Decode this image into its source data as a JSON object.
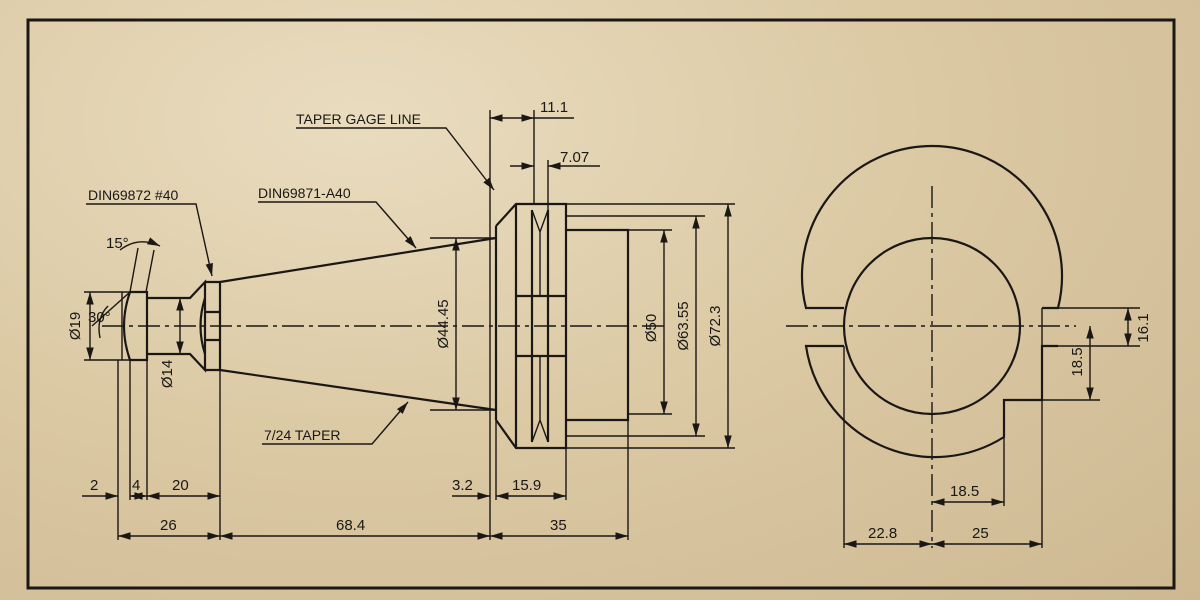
{
  "notes": {
    "din69872": "DIN69872 #40",
    "din69871": "DIN69871-A40",
    "taper_gage_line": "TAPER GAGE LINE",
    "taper": "7/24 TAPER"
  },
  "angles": {
    "a15": "15°",
    "a30": "30°"
  },
  "dims": {
    "d19": "Ø19",
    "d14": "Ø14",
    "d4445": "Ø44.45",
    "d50": "Ø50",
    "d6355": "Ø63.55",
    "d723": "Ø72.3",
    "l2": "2",
    "l4": "4",
    "l20": "20",
    "l26": "26",
    "l684": "68.4",
    "l32": "3.2",
    "l159": "15.9",
    "l35": "35",
    "l111": "11.1",
    "l707": "7.07",
    "s161": "16.1",
    "s185v": "18.5",
    "s185h": "18.5",
    "s228": "22.8",
    "s25": "25"
  },
  "colors": {
    "paper": "#dccaa5",
    "ink": "#1a1714"
  }
}
